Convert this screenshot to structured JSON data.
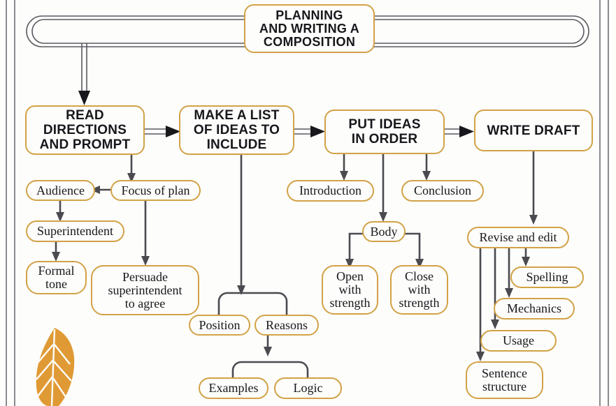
{
  "diagram": {
    "title_node": {
      "label": "PLANNING\nAND WRITING A\nCOMPOSITION"
    },
    "main_steps": [
      {
        "id": "read-directions",
        "label": "READ\nDIRECTIONS\nAND PROMPT"
      },
      {
        "id": "make-a-list",
        "label": "MAKE A LIST\nOF IDEAS TO\nINCLUDE"
      },
      {
        "id": "put-ideas-in-order",
        "label": "PUT IDEAS\nIN ORDER"
      },
      {
        "id": "write-draft",
        "label": "WRITE DRAFT"
      }
    ],
    "sub_nodes": [
      {
        "id": "audience",
        "label": "Audience"
      },
      {
        "id": "focus-of-plan",
        "label": "Focus of plan"
      },
      {
        "id": "superintendent",
        "label": "Superintendent"
      },
      {
        "id": "formal-tone",
        "label": "Formal\ntone"
      },
      {
        "id": "persuade-superintendent",
        "label": "Persuade\nsuperintendent\nto agree"
      },
      {
        "id": "position",
        "label": "Position"
      },
      {
        "id": "reasons",
        "label": "Reasons"
      },
      {
        "id": "examples",
        "label": "Examples"
      },
      {
        "id": "logic",
        "label": "Logic"
      },
      {
        "id": "introduction",
        "label": "Introduction"
      },
      {
        "id": "conclusion",
        "label": "Conclusion"
      },
      {
        "id": "body",
        "label": "Body"
      },
      {
        "id": "open-with-strength",
        "label": "Open\nwith\nstrength"
      },
      {
        "id": "close-with-strength",
        "label": "Close\nwith\nstrength"
      },
      {
        "id": "revise-and-edit",
        "label": "Revise and edit"
      },
      {
        "id": "spelling",
        "label": "Spelling"
      },
      {
        "id": "mechanics",
        "label": "Mechanics"
      },
      {
        "id": "usage",
        "label": "Usage"
      },
      {
        "id": "sentence-structure",
        "label": "Sentence\nstructure"
      }
    ],
    "colors": {
      "node_border": "#d2a247",
      "connector": "#4a4a50",
      "page_rule": "#8a8a90",
      "feather": "#e09a35",
      "background": "#fdfdfb",
      "text": "#17171c"
    }
  }
}
